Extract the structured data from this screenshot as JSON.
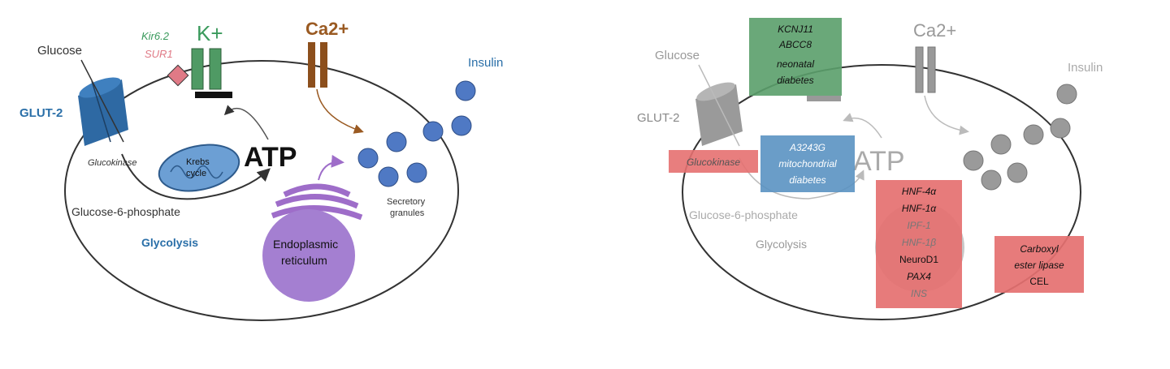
{
  "left": {
    "labels": {
      "glucose": "Glucose",
      "kir62": "Kir6.2",
      "sur1": "SUR1",
      "k_plus": "K+",
      "ca2_plus": "Ca2+",
      "insulin": "Insulin",
      "glut2": "GLUT-2",
      "glucokinase": "Glucokinase",
      "krebs_line1": "Krebs",
      "krebs_line2": "cycle",
      "atp": "ATP",
      "secretory_line1": "Secretory",
      "secretory_line2": "granules",
      "g6p": "Glucose-6-phosphate",
      "glycolysis": "Glycolysis",
      "er_line1": "Endoplasmic",
      "er_line2": "reticulum"
    }
  },
  "right": {
    "labels": {
      "glucose": "Glucose",
      "ca2_plus": "Ca2+",
      "insulin": "Insulin",
      "glut2": "GLUT-2",
      "atp": "ATP",
      "g6p": "Glucose-6-phosphate",
      "glycolysis": "Glycolysis"
    },
    "boxes": {
      "kcnj11": [
        "KCNJ11",
        "ABCC8",
        "neonatal",
        "diabetes"
      ],
      "glucokinase": [
        "Glucokinase"
      ],
      "mito": [
        "A3243G",
        "mitochondrial",
        "diabetes"
      ],
      "mody": [
        "HNF-4α",
        "HNF-1α",
        "IPF-1",
        "HNF-1β",
        "NeuroD1",
        "PAX4",
        "INS"
      ],
      "cel": [
        "Carboxyl",
        "ester lipase",
        "CEL"
      ]
    }
  },
  "colors": {
    "green": "#3a9a5c",
    "blue_text": "#2a6fa8",
    "brown": "#9a5a22",
    "granule": "#4f79c4",
    "er_purple": "#9e6dc9",
    "red_box": "#e57070",
    "green_box": "#5a9e6a",
    "blue_box": "#5a92c2"
  }
}
